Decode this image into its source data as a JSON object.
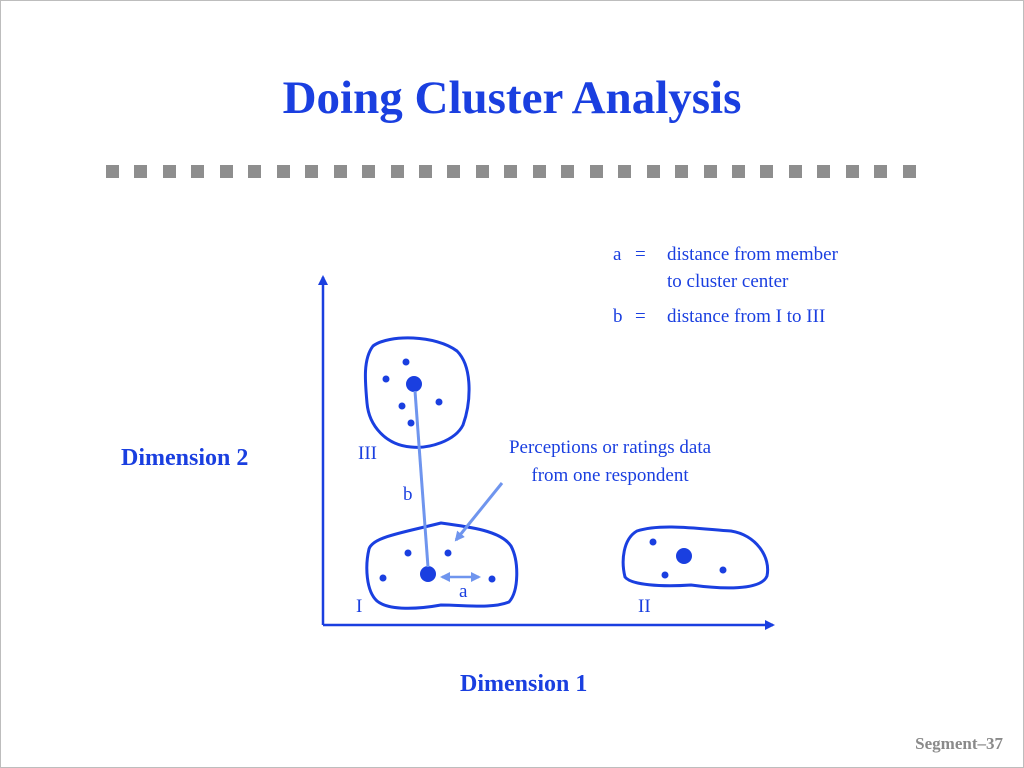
{
  "slide": {
    "title": "Doing Cluster Analysis",
    "footer": "Segment–37"
  },
  "diagram": {
    "x_axis_label": "Dimension 1",
    "y_axis_label": "Dimension 2",
    "clusters": [
      {
        "label": "I"
      },
      {
        "label": "II"
      },
      {
        "label": "III"
      }
    ],
    "distance_labels": {
      "a": "a",
      "b": "b"
    },
    "legend": [
      {
        "symbol": "a",
        "equals": "=",
        "definition_line1": "distance from member",
        "definition_line2": "to cluster center"
      },
      {
        "symbol": "b",
        "equals": "=",
        "definition_line1": "distance from I to III",
        "definition_line2": ""
      }
    ],
    "note_line1": "Perceptions or ratings data",
    "note_line2": "from one respondent",
    "colors": {
      "primary": "#1a3fe0",
      "connector": "#6f95ee",
      "separator": "#8e8e8e"
    }
  }
}
